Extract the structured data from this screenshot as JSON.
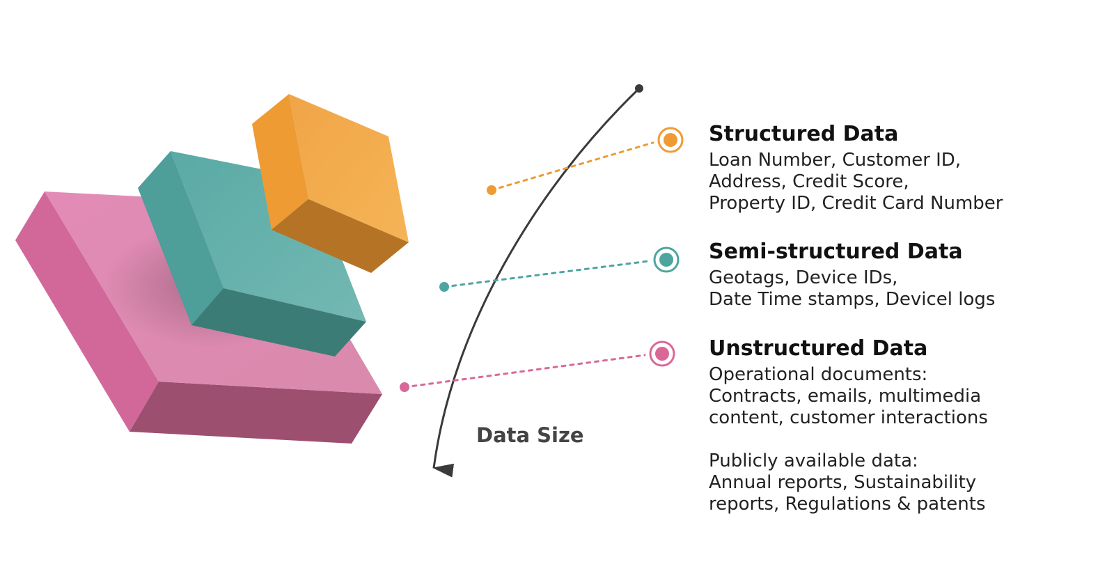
{
  "colors": {
    "structured": "#ef9b33",
    "semi_structured": "#4ea59f",
    "unstructured": "#d96898",
    "arrow": "#3a3a3a"
  },
  "axis_label": "Data Size",
  "items": [
    {
      "title": "Structured Data",
      "lines": [
        "Loan Number, Customer ID,",
        "Address, Credit Score,",
        "Property ID, Credit Card Number"
      ]
    },
    {
      "title": "Semi-structured Data",
      "lines": [
        "Geotags, Device IDs,",
        "Date Time stamps, Devicel logs"
      ]
    },
    {
      "title": "Unstructured Data",
      "lines": [
        "Operational documents:",
        "Contracts, emails, multimedia",
        "content, customer interactions",
        "",
        "Publicly available data:",
        "Annual reports, Sustainability",
        "reports, Regulations & patents"
      ]
    }
  ]
}
